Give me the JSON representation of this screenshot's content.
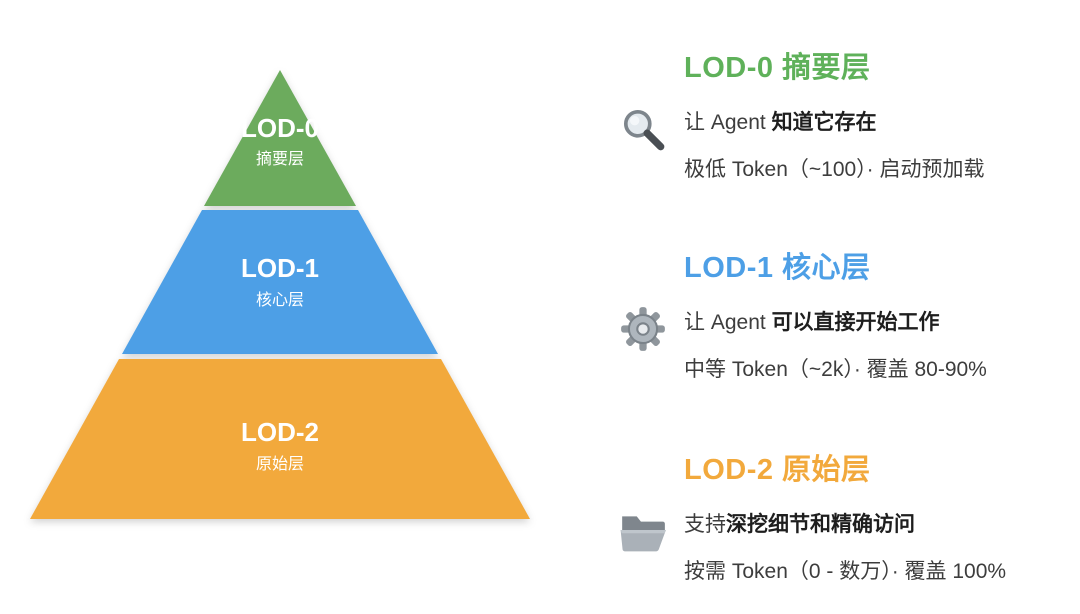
{
  "pyramid": {
    "levels": [
      {
        "label": "LOD-0",
        "sublabel": "摘要层",
        "color": "#6cab5d"
      },
      {
        "label": "LOD-1",
        "sublabel": "核心层",
        "color": "#4d9fe6"
      },
      {
        "label": "LOD-2",
        "sublabel": "原始层",
        "color": "#f2a93c"
      }
    ]
  },
  "sections": [
    {
      "icon": "magnifier-icon",
      "title": "LOD-0 摘要层",
      "title_color": "#5fb15a",
      "line1_normal": "让 Agent ",
      "line1_bold": "知道它存在",
      "line2": "极低 Token（~100）· 启动预加载"
    },
    {
      "icon": "gear-icon",
      "title": "LOD-1 核心层",
      "title_color": "#4d9fe6",
      "line1_normal": "让 Agent ",
      "line1_bold": "可以直接开始工作",
      "line2": "中等 Token（~2k）· 覆盖 80-90%"
    },
    {
      "icon": "folder-icon",
      "title": "LOD-2 原始层",
      "title_color": "#f2a93c",
      "line1_normal": "支持",
      "line1_bold": "深挖细节和精确访问",
      "line2": "按需 Token（0 - 数万）· 覆盖 100%"
    }
  ]
}
